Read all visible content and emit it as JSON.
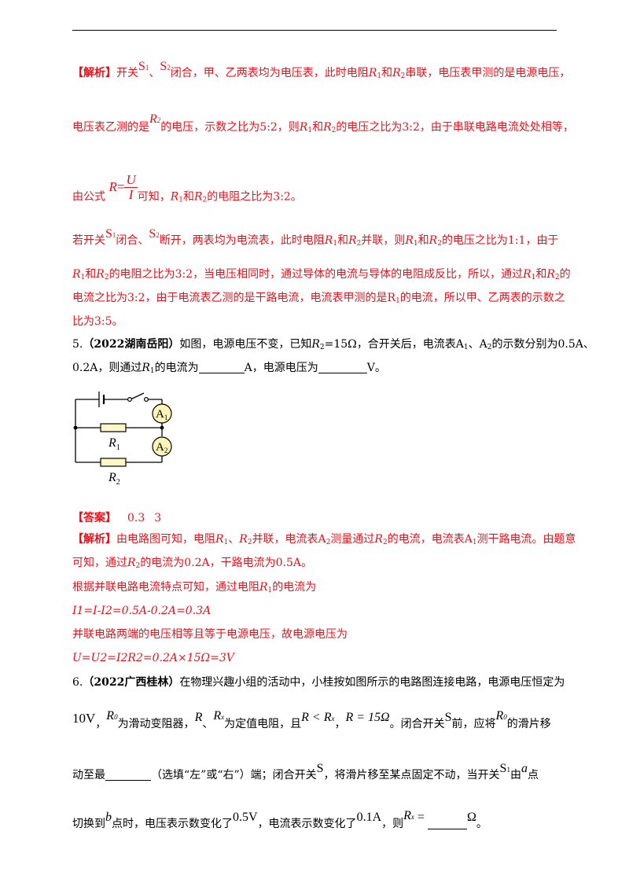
{
  "analysis_label": "【解析】",
  "answer_label": "【答案】",
  "p1": {
    "t1": "开关",
    "s1": "S",
    "s1sub": "1",
    "sep": "、",
    "s2": "S",
    "s2sub": "2",
    "t2": "闭合，甲、乙两表均为电压表，此时电阻",
    "r": "R",
    "r1sub": "1",
    "and": "和",
    "r2sub": "2",
    "t3": "串联，电压表甲测的是电源电压，"
  },
  "p2": {
    "t1": "电压表乙测的是",
    "r": "R",
    "rsub": "2",
    "t2": "的电压，示数之比为5:2，则",
    "r1sub": "1",
    "and": "和",
    "r2sub": "2",
    "t3": "的电压之比为3:2，由于串联电路电流处处相等，"
  },
  "p3": {
    "t1": "由公式",
    "lhs": "R",
    "eq": "=",
    "num": "U",
    "den": "I",
    "t2": "可知，",
    "r": "R",
    "r1sub": "1",
    "and": "和",
    "r2sub": "2",
    "t3": "的电阻之比为3:2。"
  },
  "p4": {
    "t1": "若开关",
    "s": "S",
    "s1sub": "1",
    "t2": "闭合、",
    "s2sub": "2",
    "t3": "断开，两表均为电流表，此时电阻",
    "r": "R",
    "r1sub": "1",
    "and": "和",
    "r2sub": "2",
    "t4": "并联，则",
    "t5": "的电压之比为1:1，由于"
  },
  "p5": {
    "r": "R",
    "r1sub": "1",
    "and": "和",
    "r2sub": "2",
    "t1": "的电阻之比为3:2，当电压相同时，通过导体的电流与导体的电阻成反比，所以，通过",
    "t2": "的"
  },
  "p6": "电流之比为3:2，由于电流表乙测的是干路电流，电流表甲测的是R",
  "p6_sub": "1",
  "p6_end": "的电流，所以甲、乙两表的示数之",
  "p7": "比为3:5。",
  "q5": {
    "num": "5.",
    "source": "（2022湖南岳阳）",
    "t1": "如图，电源电压不变，已知",
    "r2": "R",
    "r2sub": "2",
    "r2val": "=15Ω，合开关后，电流表A",
    "a1sub": "1",
    "sep": "、A",
    "a2sub": "2",
    "t2": "的示数分别为0.5A、",
    "l2a": "0.2A，则通过",
    "l2r": "R",
    "l2rsub": "1",
    "l2b": "的电流为",
    "l2c": "A，电源电压为",
    "l2d": "V。"
  },
  "circuit": {
    "a1_label": "A",
    "a1_sub": "1",
    "a2_label": "A",
    "a2_sub": "2",
    "r1_label": "R",
    "r1_sub": "1",
    "r2_label": "R",
    "r2_sub": "2"
  },
  "answer5": {
    "v1": "0.3",
    "v2": "3"
  },
  "analysis5": {
    "l1a": "由电路图可知，电阻",
    "r": "R",
    "r1sub": "1",
    "sep": "、",
    "r2sub": "2",
    "l1b": "并联，电流表A",
    "a2sub": "2",
    "l1c": "测量通过",
    "l1d": "的电流，电流表A",
    "a1sub": "1",
    "l1e": "测干路电流。由题意",
    "l2a": "可知，通过",
    "l2b": "的电流为0.2A，干路电流为0.5A。",
    "l3a": "根据并联电路电流特点可知，通过电阻",
    "l3b": "的电流为",
    "l4": "I1=I-I2=0.5A-0.2A=0.3A",
    "l5": "并联电路两端的电压相等且等于电源电压，故电源电压为",
    "l6": "U=U2=I2R2=0.2A×15Ω=3V"
  },
  "q6": {
    "num": "6.",
    "source": "（2022广西桂林）",
    "l1": "在物理兴趣小组的活动中，小桂按如图所示的电路图连接电路，电源电压恒定为",
    "v10": "10V",
    "comma": "，",
    "r0": "R",
    "r0sub": "0",
    "l2a": "为滑动变阻器，",
    "rr": "R",
    "sep": "、",
    "rx": "R",
    "rxsub": "x",
    "l2b": "为定值电阻，且",
    "ineq": "R < R",
    "ineqsub": "x",
    "r15": "R = 15Ω",
    "l2c": "。闭合开关",
    "sw": "S",
    "l2d": "前，应将",
    "l2e": "的滑片移",
    "l3a": "动至最",
    "l3b": "（选填“左”或“右”）端；闭合开关",
    "l3c": "，将滑片移至某点固定不动，当开关",
    "s1": "S",
    "s1sub": "1",
    "l3d": "由",
    "pa": "a",
    "l3e": "点",
    "l4a": "切换到",
    "pb": "b",
    "l4b": "点时，电压表示数变化了",
    "dv": "0.5V",
    "l4c": "，电流表示数变化了",
    "di": "0.1A",
    "l4d": "，则",
    "rxeq": "R",
    "rxeqsub": "x",
    "eqs": " =",
    "omega": "Ω",
    "end": "。"
  }
}
